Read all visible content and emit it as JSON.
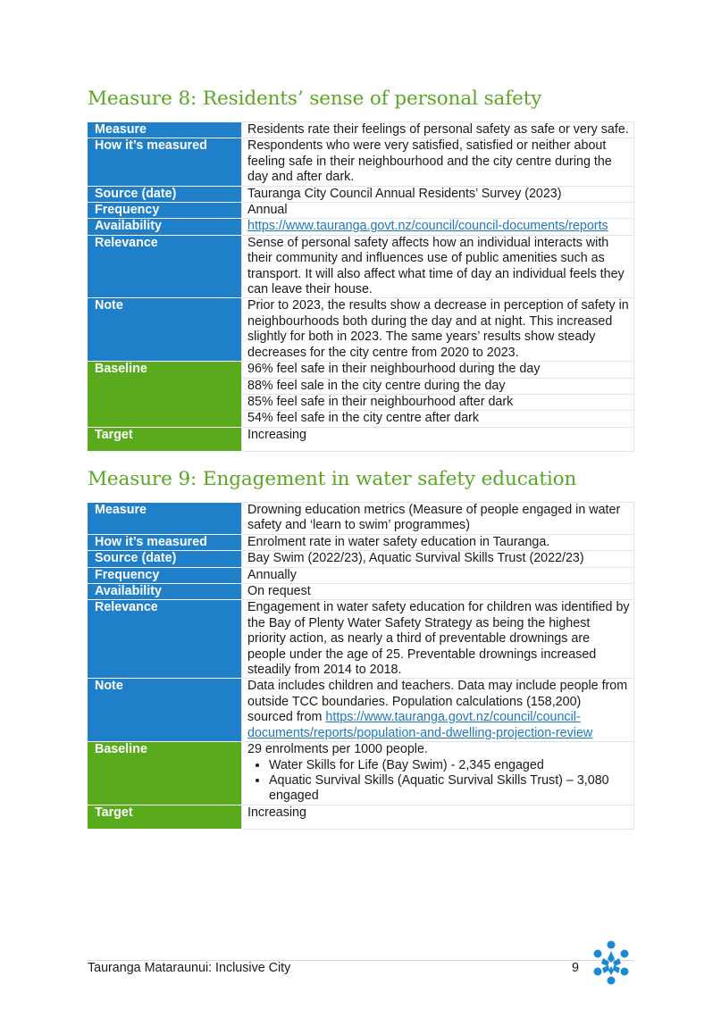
{
  "measure8": {
    "heading": "Measure 8: Residents’ sense of personal safety",
    "rows": {
      "measure": {
        "label": "Measure",
        "value": "Residents rate their feelings of personal safety as safe or very safe."
      },
      "how": {
        "label": "How it’s measured",
        "value": "Respondents who were very satisfied, satisfied or neither about feeling safe in their neighbourhood and the city centre during the day and after dark."
      },
      "source": {
        "label": "Source (date)",
        "value": "Tauranga City Council Annual Residents’ Survey (2023)"
      },
      "frequency": {
        "label": "Frequency",
        "value": "Annual"
      },
      "availability": {
        "label": "Availability",
        "value": "https://www.tauranga.govt.nz/council/council-documents/reports"
      },
      "relevance": {
        "label": "Relevance",
        "value": "Sense of personal safety affects how an individual interacts with their community and influences use of public amenities such as transport. It will also affect what time of day an individual feels they can leave their house."
      },
      "note": {
        "label": "Note",
        "value": "Prior to 2023, the results show a decrease in perception of safety in neighbourhoods both during the day and at night. This increased slightly for both in 2023. The same years’ results show steady decreases for the city centre from 2020 to 2023."
      },
      "baseline": {
        "label": "Baseline",
        "values": [
          "96% feel safe in their neighbourhood during the day",
          "88% feel sale in the city centre during the day",
          "85% feel safe in their neighbourhood after dark",
          "54% feel safe in the city centre after dark"
        ]
      },
      "target": {
        "label": "Target",
        "value": "Increasing"
      }
    }
  },
  "measure9": {
    "heading": "Measure 9: Engagement in water safety education",
    "rows": {
      "measure": {
        "label": "Measure",
        "value": "Drowning education metrics (Measure of people engaged in water safety and ‘learn to swim’ programmes)"
      },
      "how": {
        "label": "How it’s measured",
        "value": "Enrolment rate in water safety education in Tauranga."
      },
      "source": {
        "label": "Source (date)",
        "value": "Bay Swim (2022/23), Aquatic Survival Skills Trust (2022/23)"
      },
      "frequency": {
        "label": "Frequency",
        "value": "Annually"
      },
      "availability": {
        "label": "Availability",
        "value": "On request"
      },
      "relevance": {
        "label": "Relevance",
        "value": "Engagement in water safety education for children was identified by the Bay of Plenty Water Safety Strategy as being the highest priority action, as nearly a third of preventable drownings are people under the age of 25. Preventable drownings increased steadily from 2014 to 2018."
      },
      "note": {
        "label": "Note",
        "text": "Data includes children and teachers. Data may include people from outside TCC boundaries. Population calculations (158,200) sourced from ",
        "link": "https://www.tauranga.govt.nz/council/council-documents/reports/population-and-dwelling-projection-review"
      },
      "baseline": {
        "label": "Baseline",
        "intro": "29 enrolments per 1000 people.",
        "bullets": [
          "Water Skills for Life (Bay Swim) - 2,345 engaged",
          "Aquatic Survival Skills (Aquatic Survival Skills Trust) – 3,080 engaged"
        ]
      },
      "target": {
        "label": "Target",
        "value": "Increasing"
      }
    }
  },
  "footer": {
    "title": "Tauranga Mataraunui: Inclusive City",
    "page": "9"
  },
  "colors": {
    "heading": "#5aa624",
    "label_blue": "#1f7fc8",
    "label_green": "#5aaa1e",
    "link": "#1c79c0",
    "logo": "#1a8ad4"
  },
  "icons": {
    "logo": "tcc-people-logo-icon"
  }
}
